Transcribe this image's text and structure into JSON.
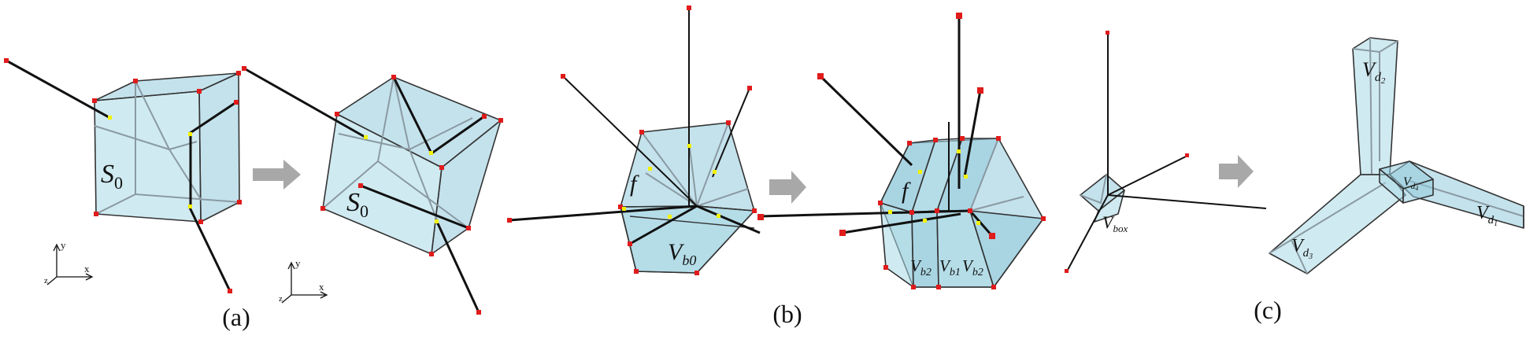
{
  "panels": [
    {
      "id": "a",
      "label": "(a)"
    },
    {
      "id": "b",
      "label": "(b)"
    },
    {
      "id": "c",
      "label": "(c)"
    }
  ],
  "symbols": {
    "s0_base": "S",
    "s0_sub": "0",
    "f": "f",
    "vb0_base": "V",
    "vb0_sub": "b0",
    "vb2_base": "V",
    "vb2_sub": "b2",
    "vb1_base": "V",
    "vb1_sub": "b1",
    "vbox_base": "V",
    "vbox_sub": "box",
    "vd_base": "V",
    "vd1_sub": "d",
    "vd1_subsub": "1",
    "vd2_subsub": "2",
    "vd3_subsub": "3"
  },
  "axes": {
    "x": "x",
    "y": "y",
    "z": "z"
  },
  "colors": {
    "cube_fill": "#a9d8e6",
    "vertex": "#e01b1b",
    "intersection": "#f2f200",
    "arrow": "#a8a8a8"
  }
}
